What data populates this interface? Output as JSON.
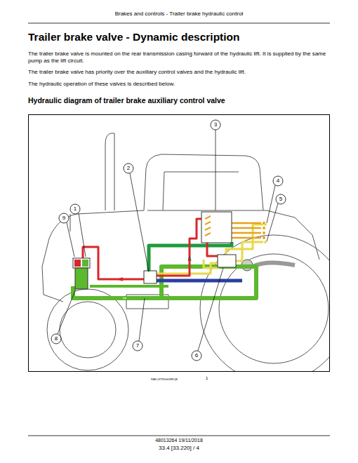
{
  "diagram": {
    "title": "Trailer brake valve - Dynamic description",
    "labels": [
      "Brakes and controls - Trailer brake hydraulic control",
      "The trailer brake valve is mounted on the rear transmission casing forward of the hydraulic lift. It is supplied by the same pump as the lift circuit.",
      "The trailer brake valve has priority over the auxiliary control valves and the hydraulic lift.",
      "The hydraulic operation of these valves is described below.",
      "Hydraulic diagram of trailer brake auxiliary control valve",
      "3",
      "2",
      "4",
      "5",
      "1",
      "9",
      "8",
      "7",
      "6",
      "RAIL13TR00038FQB",
      "1",
      "48013264 19/11/2018",
      "33.4 [33.220] / 4"
    ]
  }
}
